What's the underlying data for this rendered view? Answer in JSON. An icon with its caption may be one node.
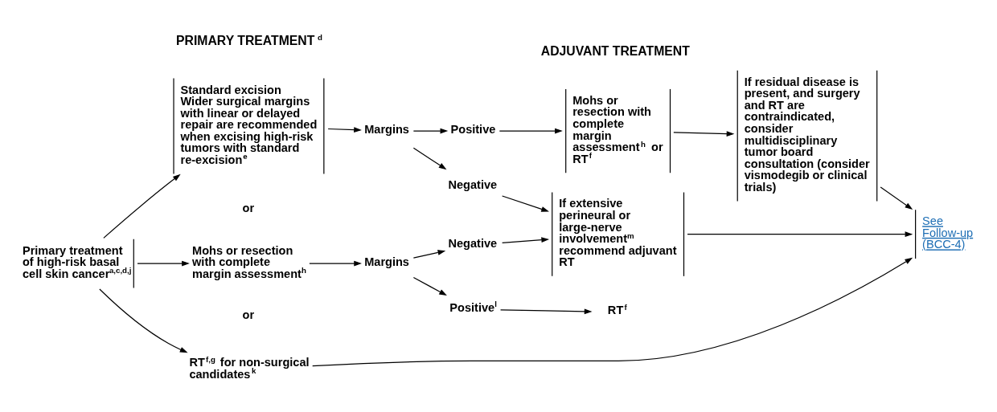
{
  "diagram": {
    "nodes": [
      {
        "text": [
          "Primary treatment of high-risk basal cell skin cancer$^{a,c,d,j}$"
        ]
      },
      {
        "text": [
          "Standard excision",
          "Wider surgical margins with linear or delayed repair are recommended when excising high-risk tumors with standard re-excision$^{e}$"
        ]
      },
      {
        "text": [
          "Margins"
        ]
      },
      {
        "text": [
          "Positive"
        ]
      },
      {
        "text": [
          "Negative"
        ]
      },
      {
        "text": [
          "Mohs or resection with complete margin assessment$^{h}$ or RT$^{f}$"
        ]
      },
      {
        "text": [
          "If residual disease is present, and surgery and RT are contraindicated, consider multidisciplinary tumor board consultation (consider vismodegib or clinical trials)"
        ]
      },
      {
        "text": [
          "See Follow-up (BCC-4)"
        ]
      },
      {
        "text": [
          "If extensive perineural or large-nerve involvement$^{m}$ recommend adjuvant RT"
        ]
      },
      {
        "text": [
          "Mohs or resection with complete margin assessment$^{h}$"
        ]
      },
      {
        "text": [
          "Margins"
        ]
      },
      {
        "text": [
          "Negative"
        ]
      },
      {
        "text": [
          "Positive$^{l}$"
        ]
      },
      {
        "text": [
          "RT$^{f}$"
        ]
      },
      {
        "text": [
          "RT$^{f,g}$ for non-surgical candidates$^{k}$"
        ]
      }
    ],
    "edges": [
      {
        "from": 0,
        "to": 1,
        "arrow": "to"
      },
      {
        "from": 0,
        "to": 9,
        "arrow": "to"
      },
      {
        "from": 0,
        "to": 14,
        "arrow": "to"
      },
      {
        "from": 1,
        "to": 2,
        "arrow": "to"
      },
      {
        "from": 2,
        "to": 3,
        "arrow": "to"
      },
      {
        "from": 2,
        "to": 4,
        "arrow": "to"
      },
      {
        "from": 3,
        "to": 5,
        "arrow": "to"
      },
      {
        "from": 4,
        "to": 8,
        "arrow": "to"
      },
      {
        "from": 5,
        "to": 6,
        "arrow": "to"
      },
      {
        "from": 6,
        "to": 7,
        "arrow": "to"
      },
      {
        "from": 8,
        "to": 7,
        "arrow": "to"
      },
      {
        "from": 9,
        "to": 10,
        "arrow": "to"
      },
      {
        "from": 10,
        "to": 11,
        "arrow": "to"
      },
      {
        "from": 10,
        "to": 12,
        "arrow": "to"
      },
      {
        "from": 11,
        "to": 8,
        "arrow": "to"
      },
      {
        "from": 12,
        "to": 13,
        "arrow": "to"
      },
      {
        "from": 14,
        "to": 7,
        "arrow": "to"
      }
    ],
    "labels": [
      "PRIMARY TREATMENT$^{d}$",
      "ADJUVANT TREATMENT",
      "or",
      "or"
    ]
  }
}
